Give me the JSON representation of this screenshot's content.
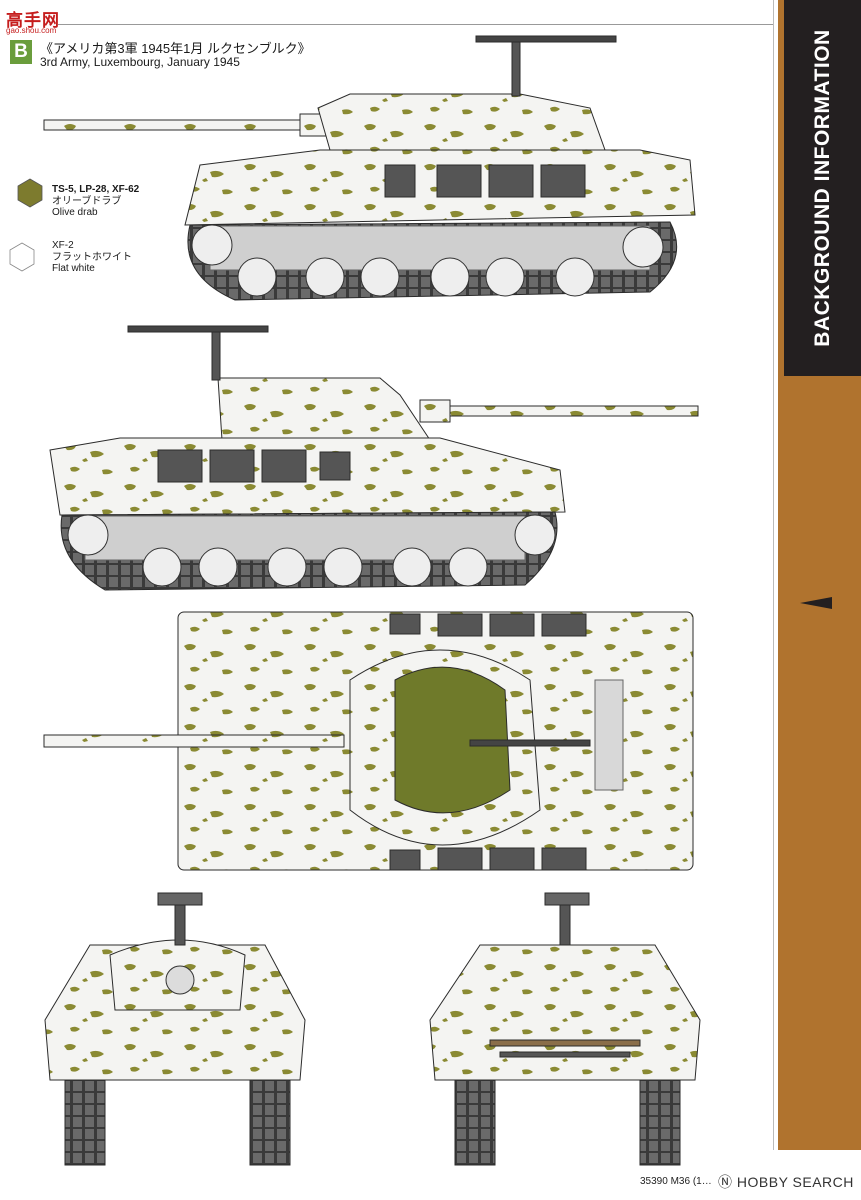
{
  "watermark": {
    "logo_text": "高手网",
    "logo_url": "gao.shou.com"
  },
  "header": {
    "badge": "B",
    "title_jp": "《アメリカ第3軍 1945年1月 ルクセンブルク》",
    "title_en": "3rd Army, Luxembourg, January 1945"
  },
  "paint_swatches": [
    {
      "codes": "TS-5, LP-28, XF-62",
      "name_jp": "オリーブドラブ",
      "name_en": "Olive drab",
      "color": "#7d7b2e"
    },
    {
      "codes": "XF-2",
      "name_jp": "フラットホワイト",
      "name_en": "Flat white",
      "color": "#ffffff"
    }
  ],
  "sidebar": {
    "title": "BACKGROUND INFORMATION",
    "color": "#b0732e",
    "top_color": "#231f20"
  },
  "colors": {
    "camo_white": "#f4f4f2",
    "camo_olive": "#8a8a33",
    "outline": "#2b2b2b",
    "track": "#3a3a3a",
    "interior": "#6f7a2a"
  },
  "footer": {
    "code": "35390  M36 (1…",
    "brand": "Ⓝ HOBBY SEARCH"
  }
}
